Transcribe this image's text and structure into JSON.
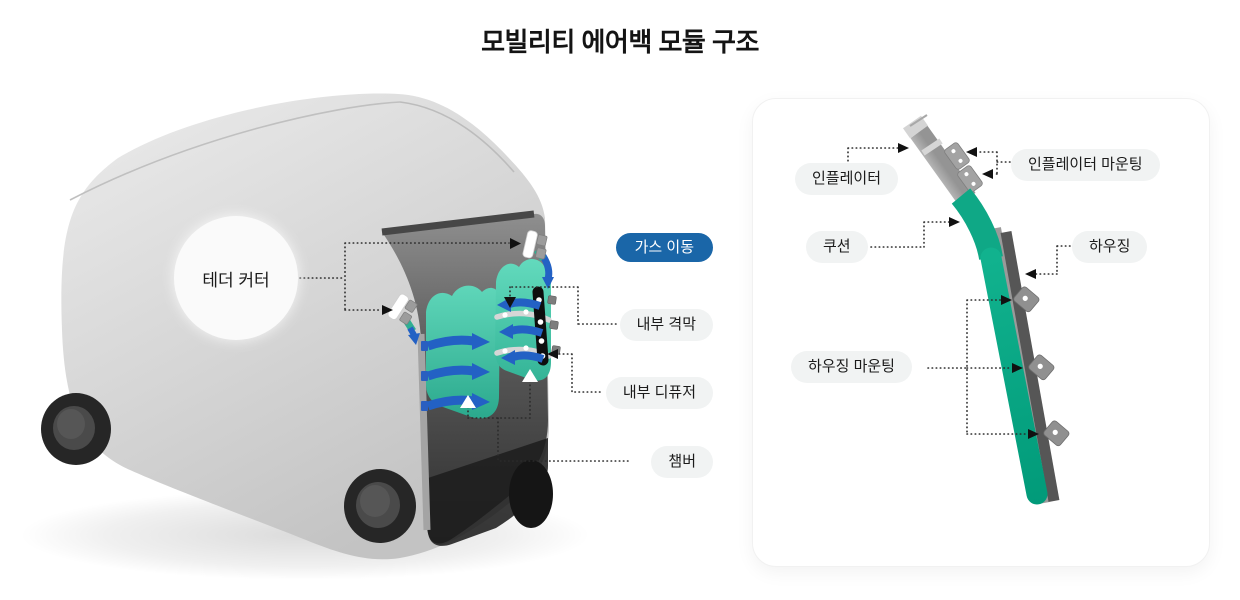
{
  "title": "모빌리티 에어백 모듈 구조",
  "vehicle_diagram": {
    "labels": {
      "tether_cutter": "테더 커터",
      "gas_flow": "가스 이동",
      "inner_diaphragm": "내부 격막",
      "inner_diffuser": "내부 디퓨저",
      "chamber": "챔버"
    }
  },
  "module_diagram": {
    "labels": {
      "inflator": "인플레이터",
      "inflator_mounting": "인플레이터 마운팅",
      "cushion": "쿠션",
      "housing": "하우징",
      "housing_mounting": "하우징 마운팅"
    }
  },
  "colors": {
    "gas_badge_blue": "#1a66a8",
    "arrow_blue": "#2361c4",
    "airbag_teal": "#3fc6a7",
    "module_green": "#0ca987",
    "label_pill_bg": "#f1f3f3",
    "card_bg": "#ffffff",
    "body_gray": "#d8d8d8"
  }
}
